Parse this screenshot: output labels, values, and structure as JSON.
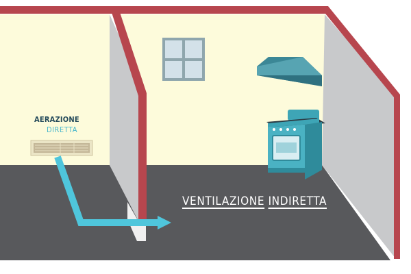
{
  "labels": {
    "aerazione_line1": "AERAZIONE",
    "aerazione_line2": "DIRETTA",
    "ventilazione_word1": "VENTILAZIONE",
    "ventilazione_word2": "INDIRETTA"
  },
  "colors": {
    "wall": "#fdfbdb",
    "floor": "#58595c",
    "side_wall": "#c8c9cb",
    "trim": "#b7464e",
    "accent_blue": "#3ea5b6",
    "arrow": "#4fc6dc",
    "title_dark": "#23495a",
    "title_light": "#47b6cc"
  },
  "icons": [
    "window-icon",
    "range-hood-icon",
    "gas-stove-icon",
    "air-vent-grille-icon",
    "airflow-arrow-icon"
  ]
}
